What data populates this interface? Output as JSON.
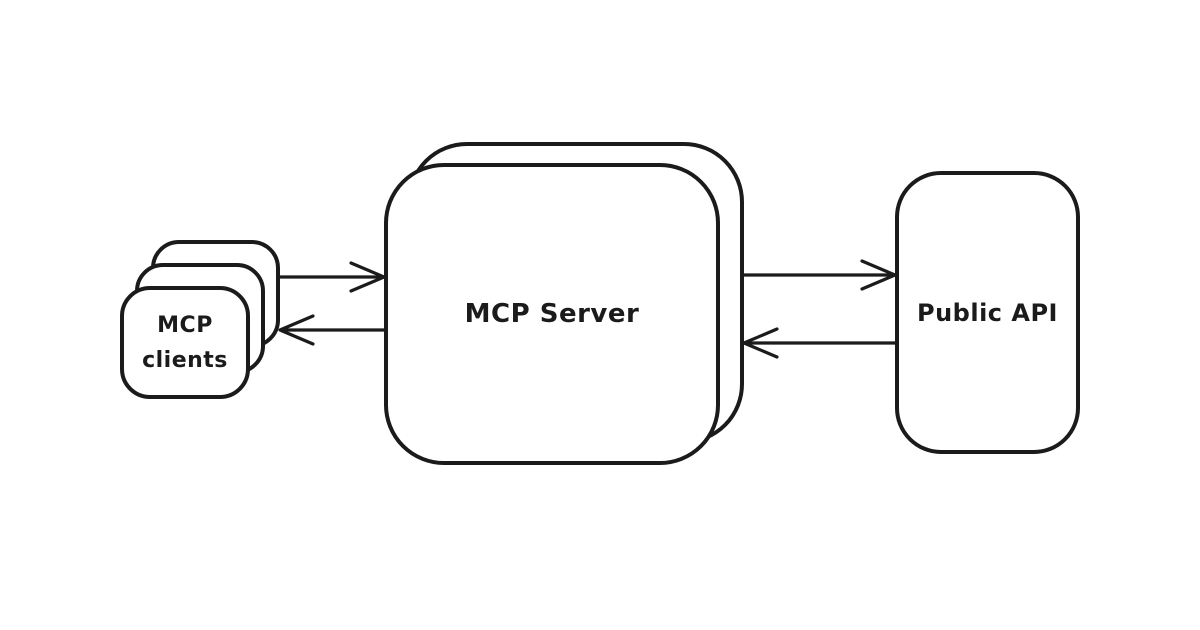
{
  "diagram": {
    "kind": "architecture-flow",
    "colors": {
      "stroke": "#1b1b1b",
      "node_fill": "#ffffff",
      "background": "#ffffff",
      "text": "#1b1b1b"
    },
    "nodes": {
      "clients": {
        "label": "MCP clients",
        "stacked_copies": 3
      },
      "server": {
        "label": "MCP Server",
        "stacked_copies": 2
      },
      "api": {
        "label": "Public API",
        "stacked_copies": 1
      }
    },
    "edges": [
      {
        "from": "MCP clients",
        "to": "MCP Server",
        "direction": "right"
      },
      {
        "from": "MCP Server",
        "to": "MCP clients",
        "direction": "left"
      },
      {
        "from": "MCP Server",
        "to": "Public API",
        "direction": "right"
      },
      {
        "from": "Public API",
        "to": "MCP Server",
        "direction": "left"
      }
    ]
  }
}
